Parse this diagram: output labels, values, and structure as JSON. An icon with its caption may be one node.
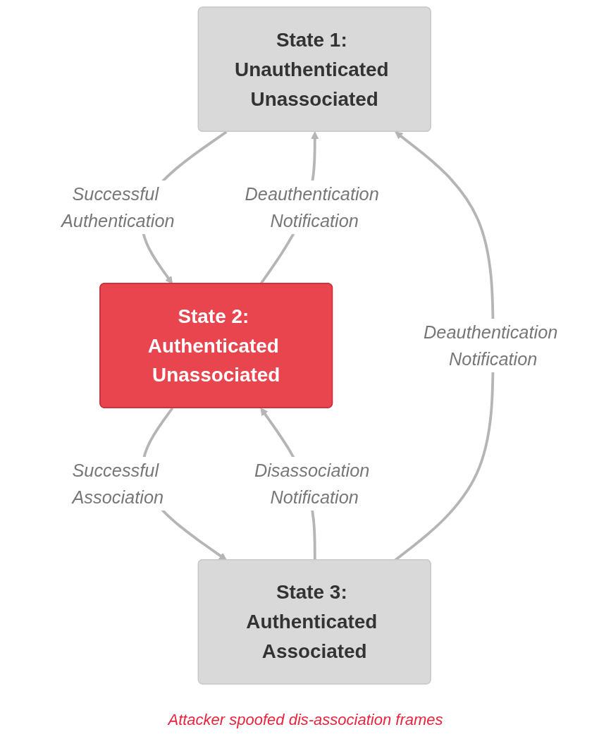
{
  "diagram": {
    "nodes": [
      {
        "text": [
          "State 1: Unauthenticated Unassociated"
        ]
      },
      {
        "text": [
          "State 2: Authenticated Unassociated"
        ]
      },
      {
        "text": [
          "State 3: Authenticated Associated"
        ]
      }
    ],
    "edges": [
      {
        "from": 0,
        "to": 1,
        "arrow": "to",
        "label": "Successful Authentication"
      },
      {
        "from": 1,
        "to": 0,
        "arrow": "to",
        "label": "Deauthentication Notification"
      },
      {
        "from": 1,
        "to": 2,
        "arrow": "to",
        "label": "Successful Association"
      },
      {
        "from": 2,
        "to": 1,
        "arrow": "to",
        "label": "Disassociation Notification"
      },
      {
        "from": 2,
        "to": 0,
        "arrow": "to",
        "label": "Deauthentication Notification"
      }
    ],
    "labels": [
      "Attacker spoofed dis-association frames"
    ]
  }
}
